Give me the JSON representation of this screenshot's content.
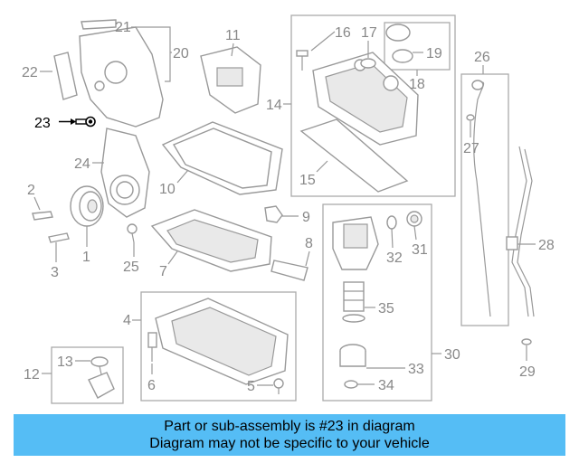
{
  "callouts": [
    "1",
    "2",
    "3",
    "4",
    "5",
    "6",
    "7",
    "8",
    "9",
    "10",
    "11",
    "12",
    "13",
    "14",
    "15",
    "16",
    "17",
    "18",
    "19",
    "20",
    "21",
    "22",
    "23",
    "24",
    "25",
    "26",
    "27",
    "28",
    "29",
    "30",
    "31",
    "32",
    "33",
    "34",
    "35"
  ],
  "highlight_callout": "23",
  "footer": {
    "line1": "Part or sub-assembly is #23 in diagram",
    "line2": "Diagram may not be specific to your vehicle"
  },
  "colors": {
    "banner": "#55bdf5",
    "linework": "#999999",
    "highlight": "#000000"
  }
}
